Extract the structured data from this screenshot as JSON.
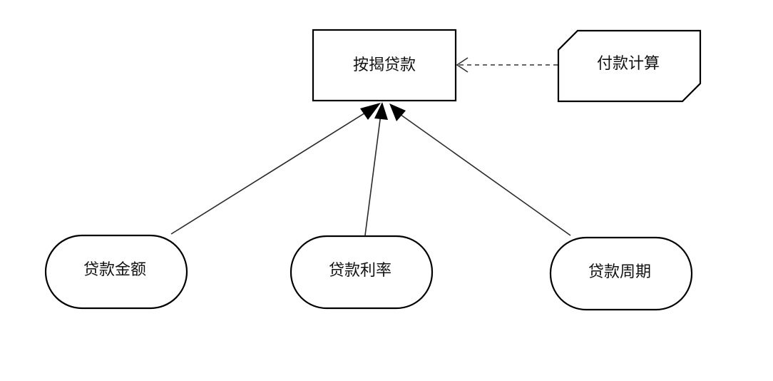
{
  "nodes": {
    "main": "按揭贷款",
    "note": "付款计算",
    "amount": "贷款金额",
    "rate": "贷款利率",
    "term": "贷款周期"
  }
}
